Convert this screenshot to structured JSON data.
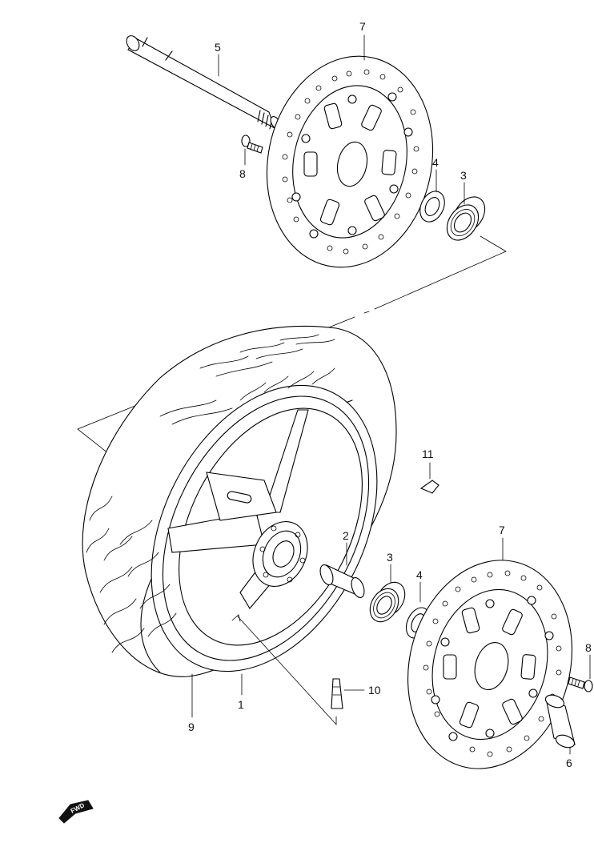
{
  "callouts": {
    "p1": "1",
    "p2": "2",
    "p3a": "3",
    "p3b": "3",
    "p4a": "4",
    "p4b": "4",
    "p5": "5",
    "p6": "6",
    "p7a": "7",
    "p7b": "7",
    "p8a": "8",
    "p8b": "8",
    "p9": "9",
    "p10": "10",
    "p11": "11"
  },
  "fwd_label": "FWD"
}
